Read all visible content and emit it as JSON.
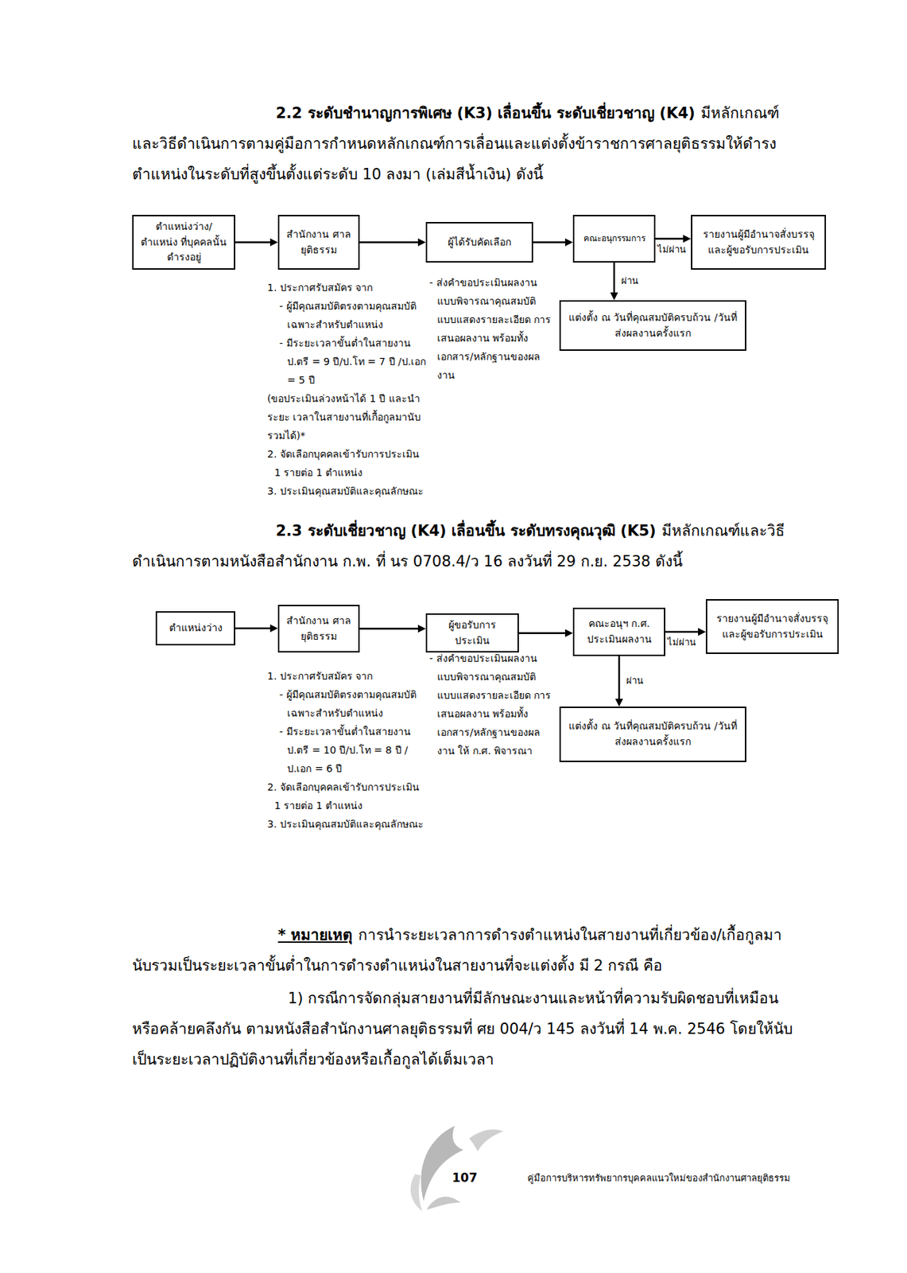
{
  "diagram": {
    "nodes": [
      {
        "text": [
          "ตำแหน่งว่าง/ตำแหน่ง ที่บุคคลนั้นดำรงอยู่"
        ]
      },
      {
        "text": [
          "สำนักงาน ศาลยุติธรรม"
        ]
      },
      {
        "text": [
          "ผู้ได้รับคัดเลือก"
        ]
      },
      {
        "text": [
          "คณะอนุกรรมการ"
        ]
      },
      {
        "text": [
          "รายงานผู้มีอำนาจสั่งบรรจุ และผู้ขอรับการประเมิน"
        ]
      },
      {
        "text": [
          "แต่งตั้ง ณ วันที่คุณสมบัติครบถ้วน /วันที่ส่งผลงานครั้งแรก"
        ]
      },
      {
        "text": [
          "ตำแหน่งว่าง"
        ]
      },
      {
        "text": [
          "สำนักงาน ศาลยุติธรรม"
        ]
      },
      {
        "text": [
          "ผู้ขอรับการประเมิน"
        ]
      },
      {
        "text": [
          "คณะอนุฯ ก.ศ. ประเมินผลงาน"
        ]
      },
      {
        "text": [
          "รายงานผู้มีอำนาจสั่งบรรจุ และผู้ขอรับการประเมิน"
        ]
      },
      {
        "text": [
          "แต่งตั้ง ณ วันที่คุณสมบัติครบถ้วน /วันที่ส่งผลงานครั้งแรก"
        ]
      }
    ],
    "edges": [
      {
        "from": 0,
        "to": 1,
        "arrow": "to"
      },
      {
        "from": 1,
        "to": 2,
        "arrow": "to"
      },
      {
        "from": 2,
        "to": 3,
        "arrow": "to"
      },
      {
        "from": 3,
        "to": 4,
        "label": "ไม่ผ่าน",
        "arrow": "to"
      },
      {
        "from": 3,
        "to": 5,
        "label": "ผ่าน",
        "arrow": "to"
      },
      {
        "from": 6,
        "to": 7,
        "arrow": "to"
      },
      {
        "from": 7,
        "to": 8,
        "arrow": "to"
      },
      {
        "from": 8,
        "to": 9,
        "arrow": "to"
      },
      {
        "from": 9,
        "to": 10,
        "label": "ไม่ผ่าน",
        "arrow": "to"
      },
      {
        "from": 9,
        "to": 11,
        "label": "ผ่าน",
        "arrow": "to"
      }
    ],
    "labels": [
      "2.2 ระดับชำนาญการพิเศษ (K3) เลื่อนขึ้น ระดับเชี่ยวชาญ (K4)",
      "มีหลักเกณฑ์และวิธีดำเนินการตามคู่มือการกำหนดหลักเกณฑ์การเลื่อนและแต่งตั้งข้าราชการศาลยุติธรรมให้ดำรงตำแหน่งในระดับที่สูงขึ้นตั้งแต่ระดับ 10 ลงมา (เล่มสีน้ำเงิน) ดังนี้",
      "1. ประกาศรับสมัคร จาก",
      "- ผู้มีคุณสมบัติตรงตามคุณสมบัติ เฉพาะสำหรับตำแหน่ง",
      "- มีระยะเวลาขั้นต่ำในสายงาน ป.ตรี = 9 ปี/ป.โท = 7 ปี /ป.เอก = 5 ปี",
      "(ขอประเมินล่วงหน้าได้ 1 ปี และนำระยะ เวลาในสายงานที่เกื้อกูลมานับรวมได้)*",
      "2. จัดเลือกบุคคลเข้ารับการประเมิน 1 รายต่อ 1 ตำแหน่ง",
      "3. ประเมินคุณสมบัติและคุณลักษณะ",
      "- ส่งคำขอประเมินผลงาน แบบพิจารณาคุณสมบัติ แบบแสดงรายละเอียด การเสนอผลงาน พร้อมทั้ง เอกสาร/หลักฐานของผลงาน",
      "2.3 ระดับเชี่ยวชาญ (K4) เลื่อนขึ้น ระดับทรงคุณวุฒิ (K5)",
      "มีหลักเกณฑ์และวิธีดำเนินการตามหนังสือสำนักงาน ก.พ. ที่ นร 0708.4/ว 16 ลงวันที่ 29 ก.ย. 2538 ดังนี้",
      "1. ประกาศรับสมัคร จาก",
      "- ผู้มีคุณสมบัติตรงตามคุณสมบัติ เฉพาะสำหรับตำแหน่ง",
      "- มีระยะเวลาขั้นต่ำในสายงาน ป.ตรี = 10 ปี/ป.โท = 8 ปี /ป.เอก = 6 ปี",
      "2. จัดเลือกบุคคลเข้ารับการประเมิน 1 รายต่อ 1 ตำแหน่ง",
      "3. ประเมินคุณสมบัติและคุณลักษณะ",
      "- ส่งคำขอประเมินผลงาน แบบพิจารณาคุณสมบัติ แบบแสดงรายละเอียด การเสนอผลงาน พร้อมทั้ง เอกสาร/หลักฐานของผลงาน ให้ ก.ศ. พิจารณา",
      "* หมายเหตุ",
      "การนำระยะเวลาการดำรงตำแหน่งในสายงานที่เกี่ยวข้อง/เกื้อกูลมานับรวมเป็นระยะเวลาขั้นต่ำในการดำรงตำแหน่งในสายงานที่จะแต่งตั้ง มี 2 กรณี คือ",
      "1) กรณีการจัดกลุ่มสายงานที่มีลักษณะงานและหน้าที่ความรับผิดชอบที่เหมือนหรือคล้ายคลึงกัน ตามหนังสือสำนักงานศาลยุติธรรมที่ ศย 004/ว 145 ลงวันที่ 14 พ.ค. 2546 โดยให้นับเป็นระยะเวลาปฏิบัติงานที่เกี่ยวข้องหรือเกื้อกูลได้เต็มเวลา",
      "107",
      "คู่มือการบริหารทรัพยากรบุคคลแนวใหม่ของสำนักงานศาลยุติธรรม"
    ]
  }
}
